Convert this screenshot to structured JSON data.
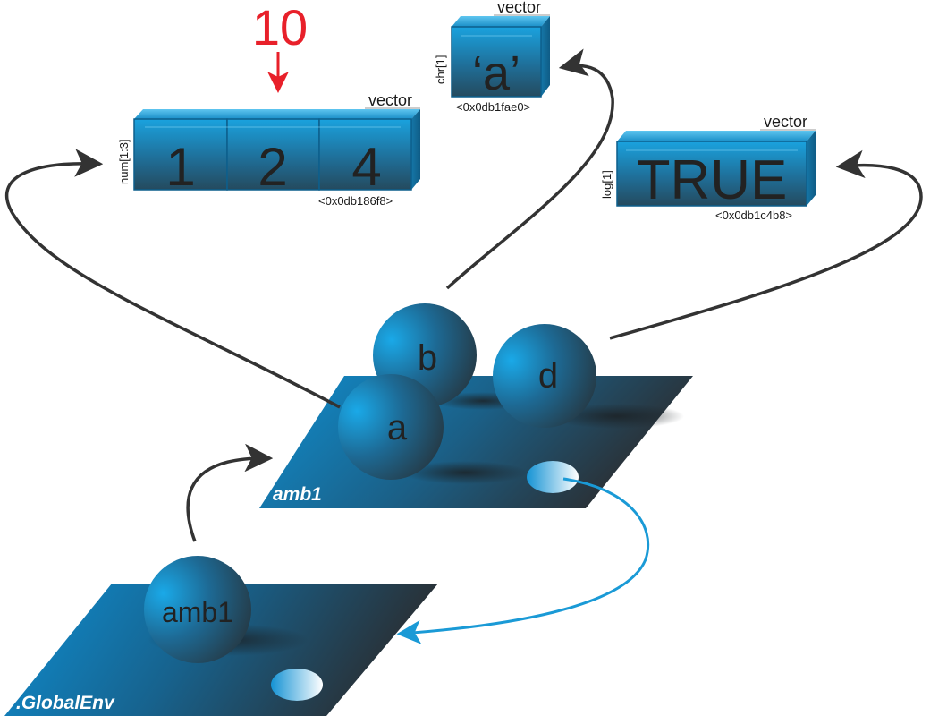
{
  "num_vector": {
    "type_label": "vector",
    "dim_label": "num[1:3]",
    "cells": [
      "1",
      "2",
      "4"
    ],
    "address": "<0x0db186f8>",
    "annotation": "10"
  },
  "chr_vector": {
    "type_label": "vector",
    "dim_label": "chr[1]",
    "value": "‘a’",
    "address": "<0x0db1fae0>"
  },
  "log_vector": {
    "type_label": "vector",
    "dim_label": "log[1]",
    "value": "TRUE",
    "address": "<0x0db1c4b8>"
  },
  "amb1_env": {
    "label": "amb1",
    "bindings": [
      "a",
      "b",
      "d"
    ]
  },
  "global_env": {
    "label": ".GlobalEnv",
    "bindings": [
      "amb1"
    ]
  },
  "colors": {
    "accent_blue": "#1a9ad6",
    "annotation_red": "#e8202a",
    "arrow_dark": "#333333"
  }
}
